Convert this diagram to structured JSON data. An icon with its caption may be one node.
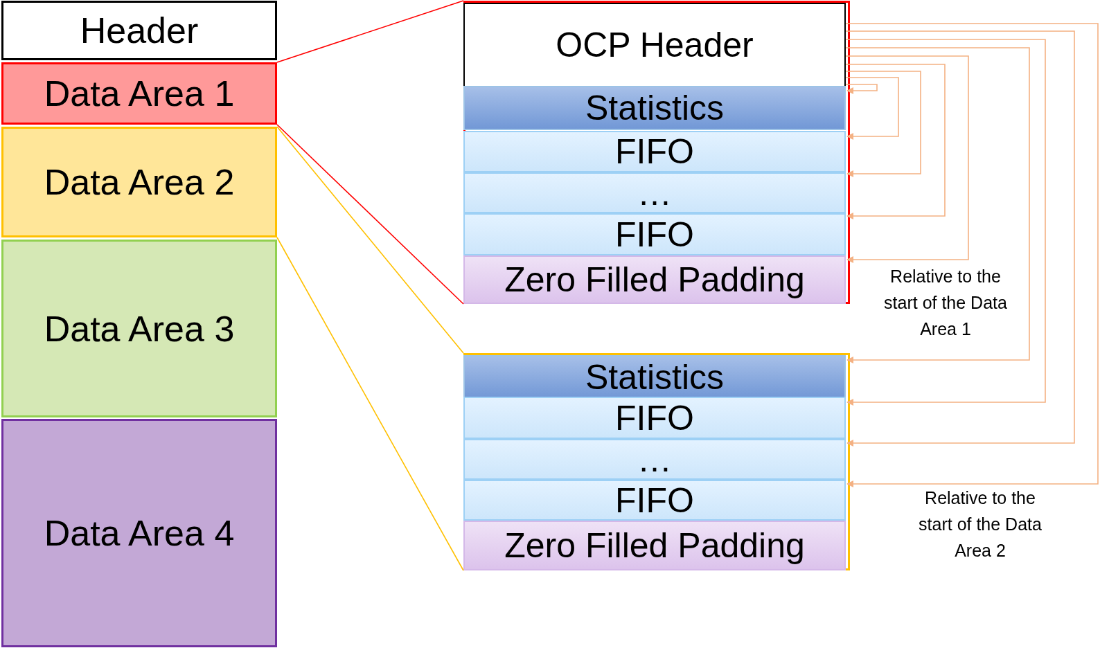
{
  "diagram": {
    "nodes": [
      {
        "text": [
          "Header"
        ]
      },
      {
        "text": [
          "Data Area 1"
        ]
      },
      {
        "text": [
          "Data Area 2"
        ]
      },
      {
        "text": [
          "Data Area 3"
        ]
      },
      {
        "text": [
          "Data Area 4"
        ]
      },
      {
        "text": [],
        "shape": "box"
      },
      {
        "text": [
          "OCP Header"
        ],
        "in": 5
      },
      {
        "text": [
          "Statistics"
        ],
        "in": 5
      },
      {
        "text": [
          "FIFO"
        ],
        "in": 5
      },
      {
        "text": [
          "…"
        ],
        "in": 5
      },
      {
        "text": [
          "FIFO"
        ],
        "in": 5
      },
      {
        "text": [
          "Zero Filled Padding"
        ],
        "in": 5
      },
      {
        "text": [],
        "shape": "box"
      },
      {
        "text": [
          "Statistics"
        ],
        "in": 12
      },
      {
        "text": [
          "FIFO"
        ],
        "in": 12
      },
      {
        "text": [
          "…"
        ],
        "in": 12
      },
      {
        "text": [
          "FIFO"
        ],
        "in": 12
      },
      {
        "text": [
          "Zero Filled Padding"
        ],
        "in": 12
      }
    ],
    "edges": [
      {
        "from": 1,
        "to": 5,
        "arrow": "none",
        "color": "#ff0000"
      },
      {
        "from": 1,
        "to": 5,
        "arrow": "none",
        "color": "#ff0000"
      },
      {
        "from": 2,
        "to": 12,
        "arrow": "none",
        "color": "#ffc000"
      },
      {
        "from": 2,
        "to": 12,
        "arrow": "none",
        "color": "#ffc000"
      },
      {
        "from": 6,
        "to": 7,
        "arrow": "to"
      },
      {
        "from": 6,
        "to": 8,
        "arrow": "to"
      },
      {
        "from": 6,
        "to": 9,
        "arrow": "to"
      },
      {
        "from": 6,
        "to": 10,
        "arrow": "to"
      },
      {
        "from": 6,
        "to": 11,
        "arrow": "to"
      },
      {
        "from": 6,
        "to": 13,
        "arrow": "to"
      },
      {
        "from": 6,
        "to": 14,
        "arrow": "to"
      },
      {
        "from": 6,
        "to": 15,
        "arrow": "to"
      },
      {
        "from": 6,
        "to": 16,
        "arrow": "to"
      }
    ],
    "labels": [
      "Relative to the start of the Data Area 1",
      "Relative to the start of the Data Area 2"
    ]
  }
}
